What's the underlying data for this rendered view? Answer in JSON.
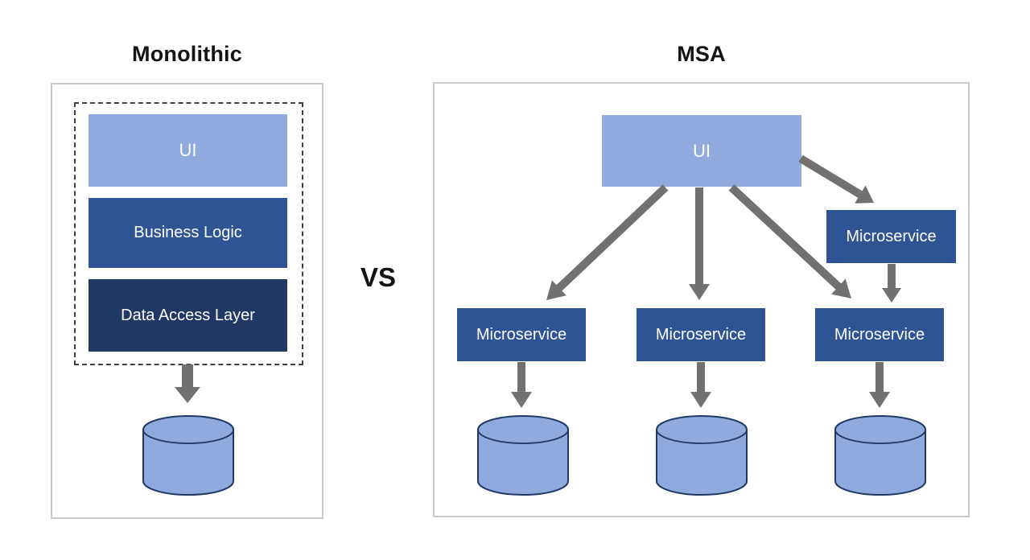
{
  "monolithic": {
    "title": "Monolithic",
    "layers": [
      {
        "label": "UI",
        "color": "#8FAADC"
      },
      {
        "label": "Business Logic",
        "color": "#2E5496"
      },
      {
        "label": "Data Access Layer",
        "color": "#1F3864"
      }
    ],
    "database_icon": "database-cylinder"
  },
  "versus_label": "VS",
  "msa": {
    "title": "MSA",
    "ui_box": {
      "label": "UI",
      "color": "#8FAADC"
    },
    "microservices": [
      {
        "label": "Microservice"
      },
      {
        "label": "Microservice"
      },
      {
        "label": "Microservice"
      },
      {
        "label": "Microservice"
      }
    ],
    "microservice_color": "#2E5496",
    "database_icon": "database-cylinder",
    "database_count": 3
  },
  "colors": {
    "light_blue": "#8FAADC",
    "medium_blue": "#2E5496",
    "dark_navy": "#1F3864",
    "arrow_gray": "#737070",
    "cylinder_fill": "#8FAADC",
    "cylinder_stroke": "#1F3864",
    "panel_border": "#C9C9C9",
    "dashed_border": "#3F3F3F"
  }
}
